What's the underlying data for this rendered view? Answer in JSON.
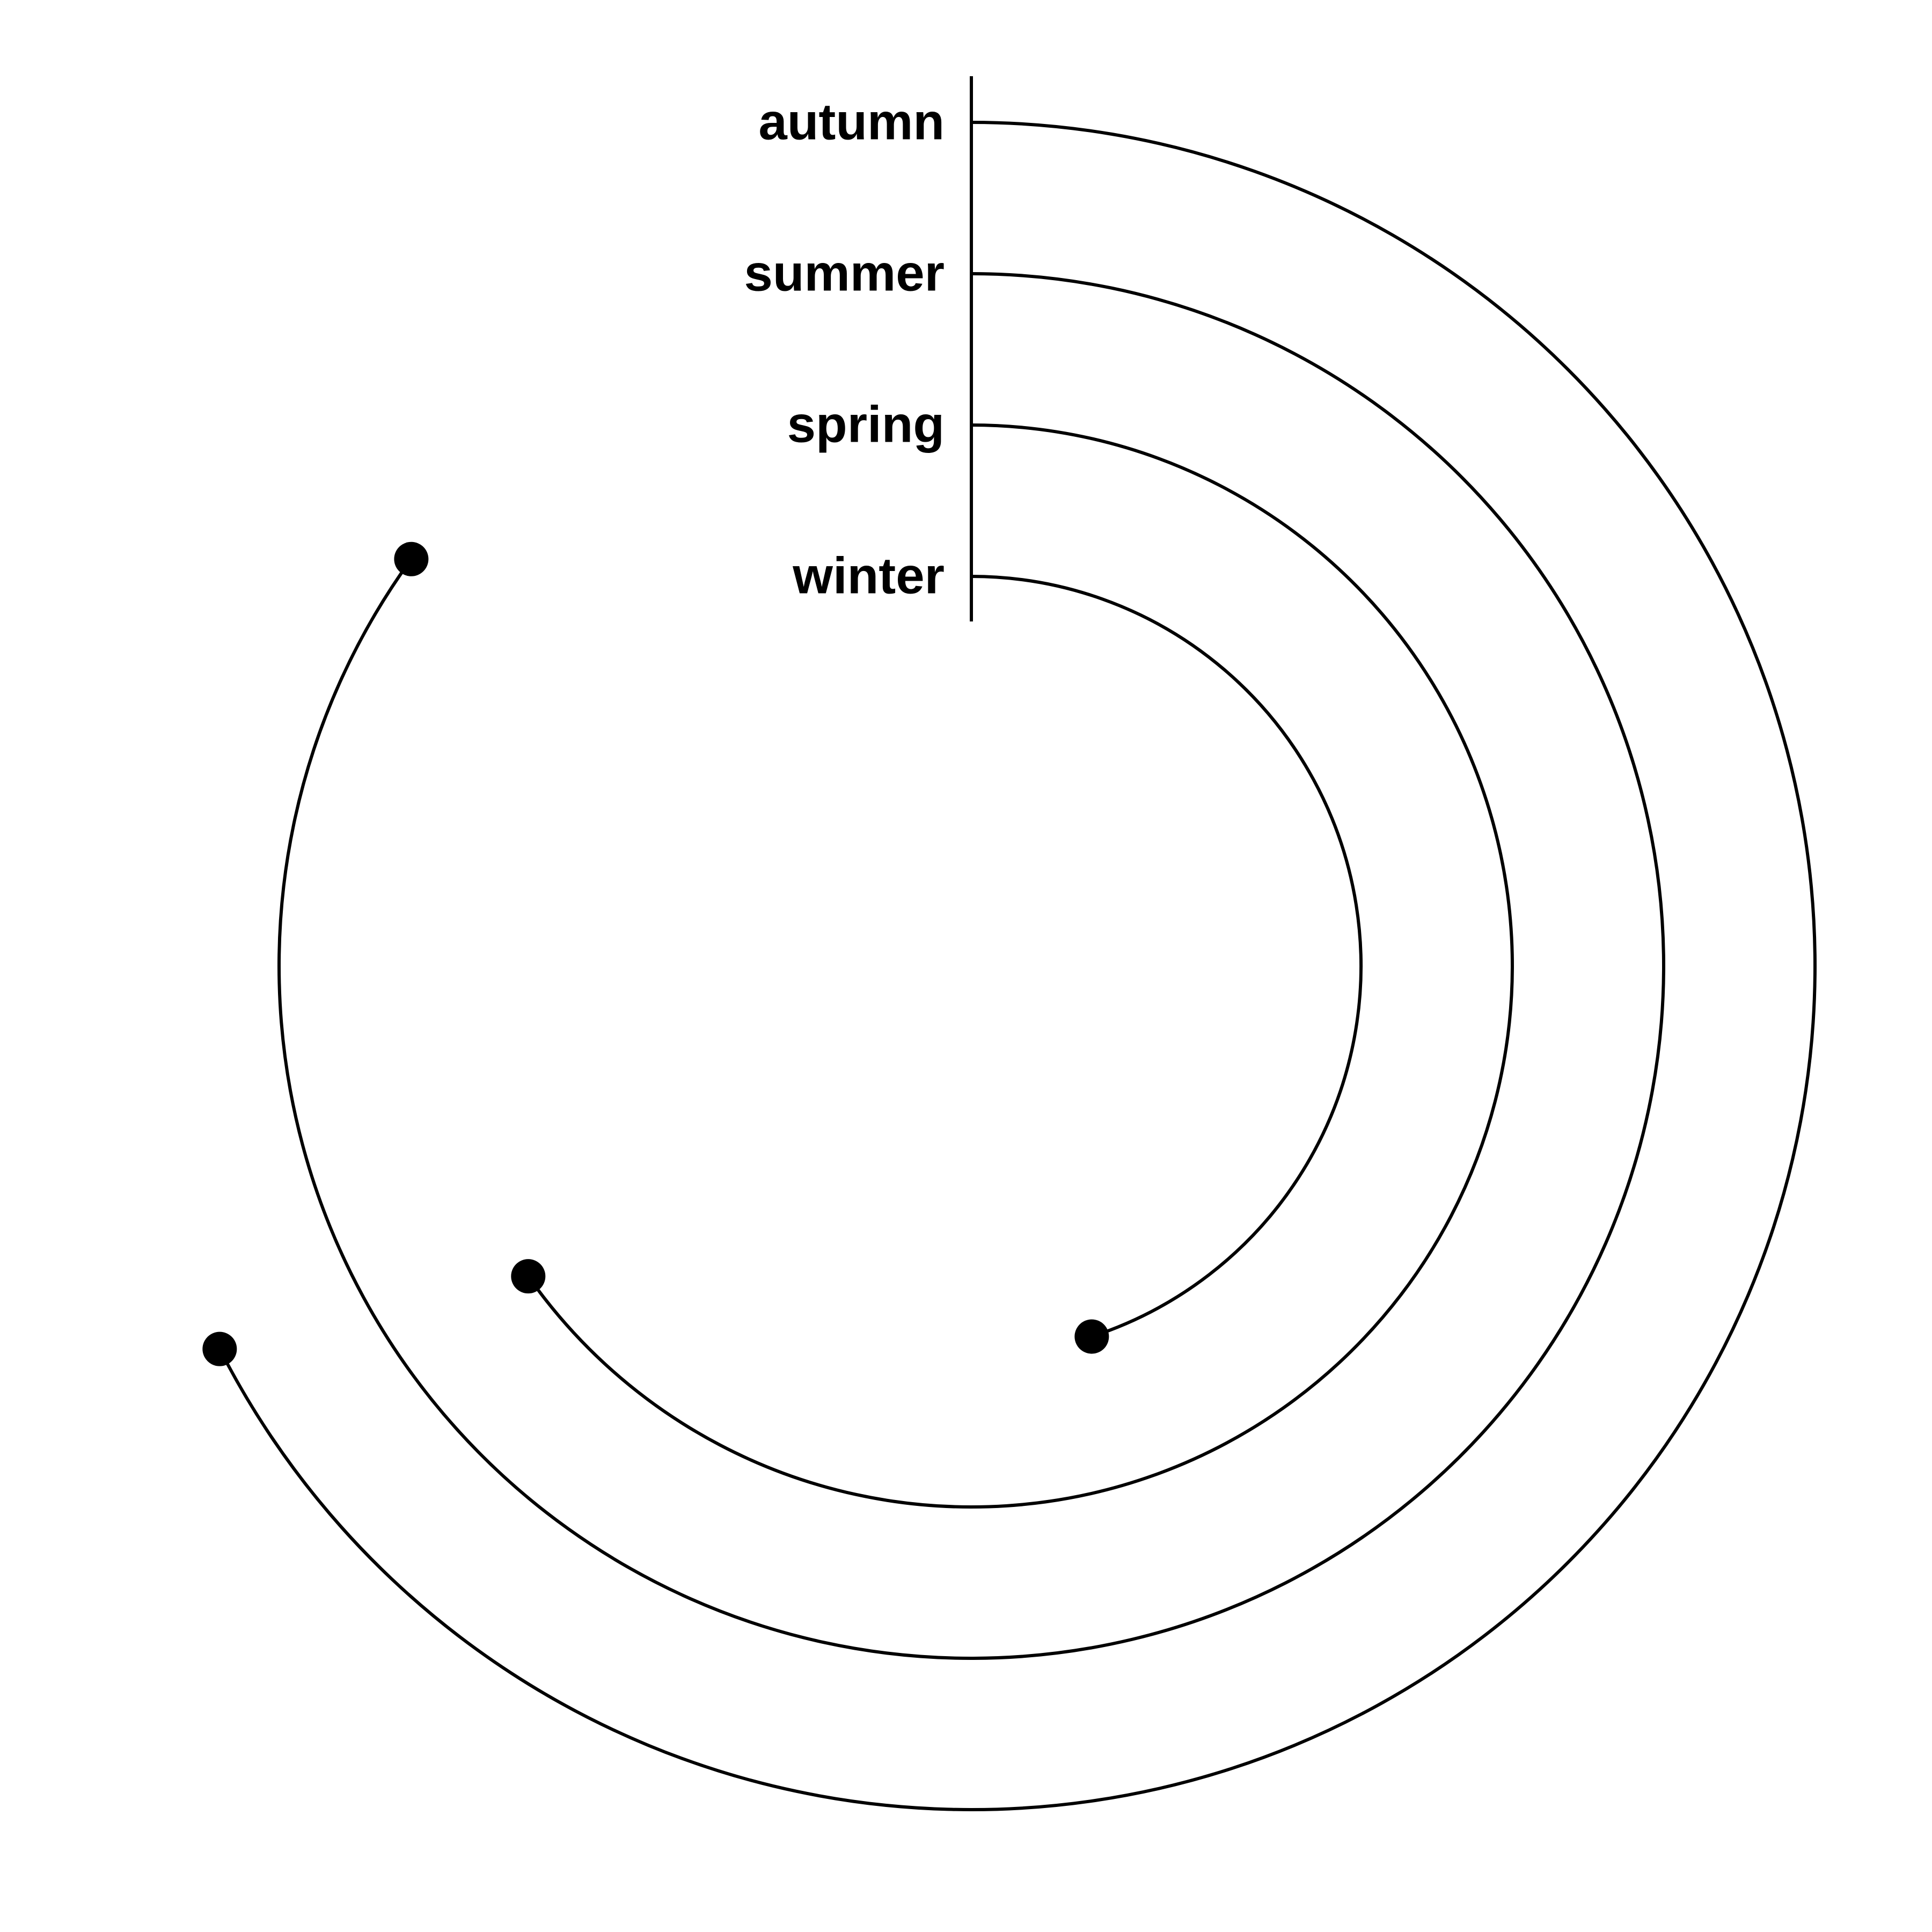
{
  "colors": {
    "background": "#ffffff",
    "ink": "#000000"
  },
  "chart_data": {
    "type": "radial-bar",
    "categories": [
      "autumn",
      "summer",
      "spring",
      "winter"
    ],
    "values": [
      243,
      306,
      235,
      162
    ],
    "value_range": [
      0,
      360
    ],
    "start_angle": "12 o'clock",
    "direction": "clockwise",
    "end_marker": "dot",
    "title": "",
    "legend": "none",
    "grid": false
  }
}
